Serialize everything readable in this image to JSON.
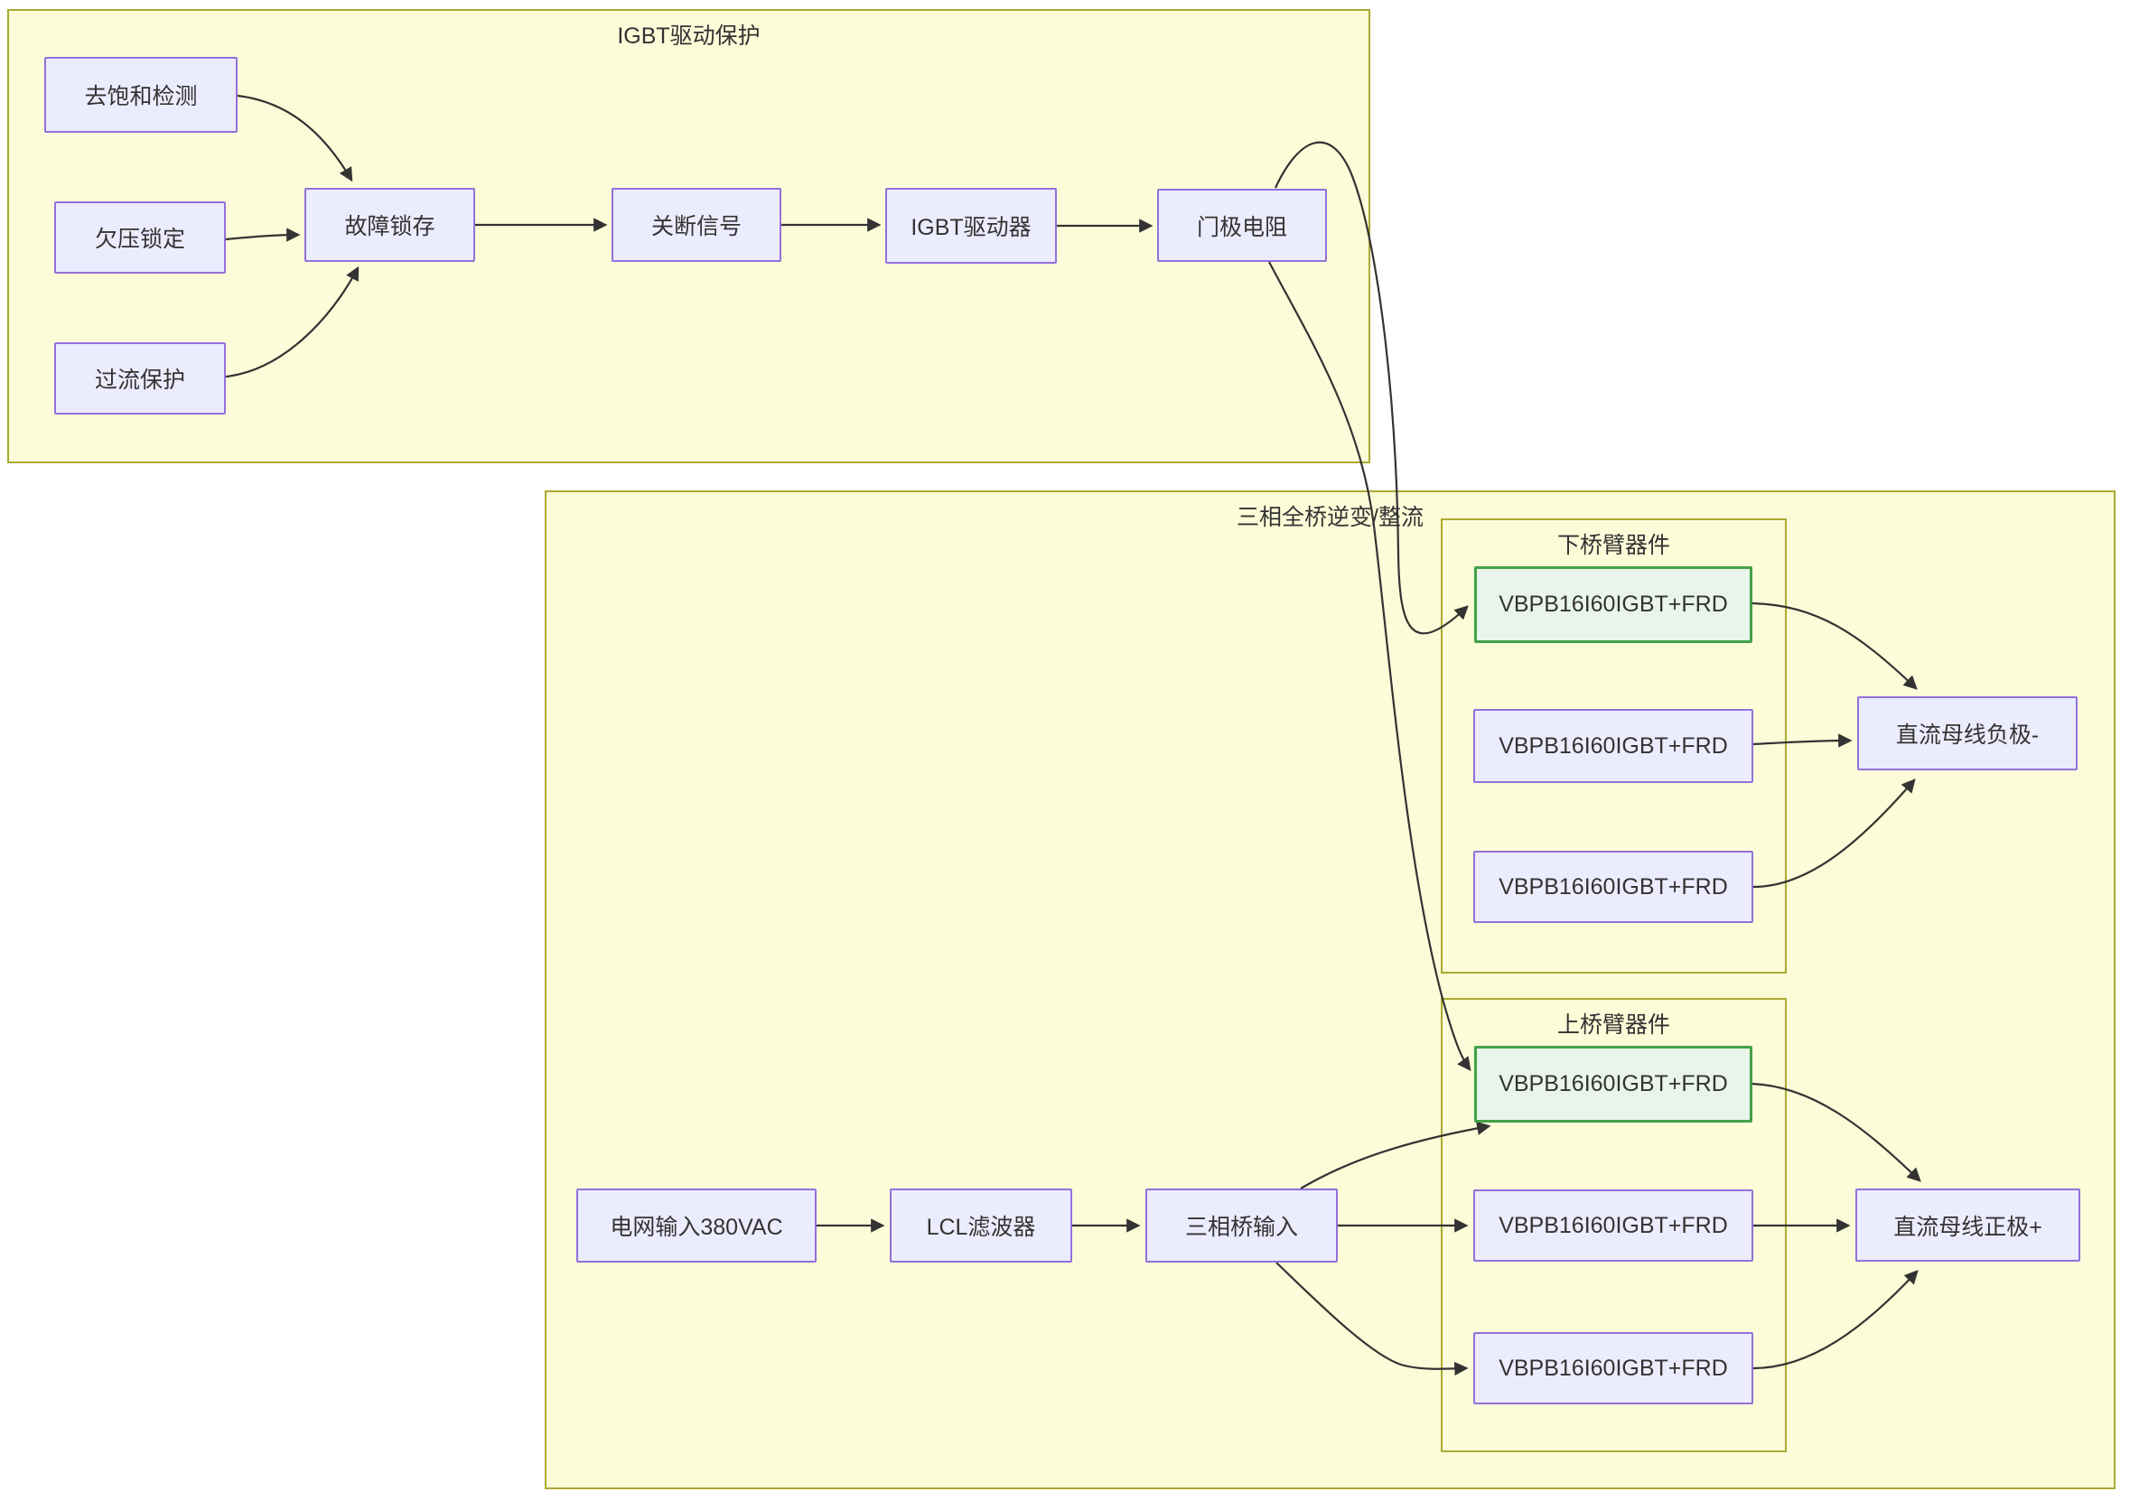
{
  "diagram": {
    "colors": {
      "cluster_fill": "#fcfcd8",
      "cluster_border": "#aaaa33",
      "node_fill": "#ECECFF",
      "node_border": "#9370DB",
      "highlight_fill": "#e9f4ea",
      "highlight_border": "#43a047",
      "edge": "#333333",
      "text": "#333333"
    },
    "groups": {
      "igbt_drive_protection": {
        "title": "IGBT驱动保护"
      },
      "three_phase_bridge": {
        "title": "三相全桥逆变/整流"
      },
      "lower_arm": {
        "title": "下桥臂器件"
      },
      "upper_arm": {
        "title": "上桥臂器件"
      }
    },
    "nodes": {
      "desat_detect": {
        "label": "去饱和检测"
      },
      "undervoltage_lockout": {
        "label": "欠压锁定"
      },
      "overcurrent_protection": {
        "label": "过流保护"
      },
      "fault_latch": {
        "label": "故障锁存"
      },
      "shutdown_signal": {
        "label": "关断信号"
      },
      "igbt_driver": {
        "label": "IGBT驱动器"
      },
      "gate_resistor": {
        "label": "门极电阻"
      },
      "grid_input": {
        "label": "电网输入380VAC"
      },
      "lcl_filter": {
        "label": "LCL滤波器"
      },
      "bridge_input": {
        "label": "三相桥输入"
      },
      "lower_igbt_1": {
        "label": "VBPB16I60IGBT+FRD"
      },
      "lower_igbt_2": {
        "label": "VBPB16I60IGBT+FRD"
      },
      "lower_igbt_3": {
        "label": "VBPB16I60IGBT+FRD"
      },
      "upper_igbt_1": {
        "label": "VBPB16I60IGBT+FRD"
      },
      "upper_igbt_2": {
        "label": "VBPB16I60IGBT+FRD"
      },
      "upper_igbt_3": {
        "label": "VBPB16I60IGBT+FRD"
      },
      "dc_bus_negative": {
        "label": "直流母线负极-"
      },
      "dc_bus_positive": {
        "label": "直流母线正极+"
      }
    }
  }
}
